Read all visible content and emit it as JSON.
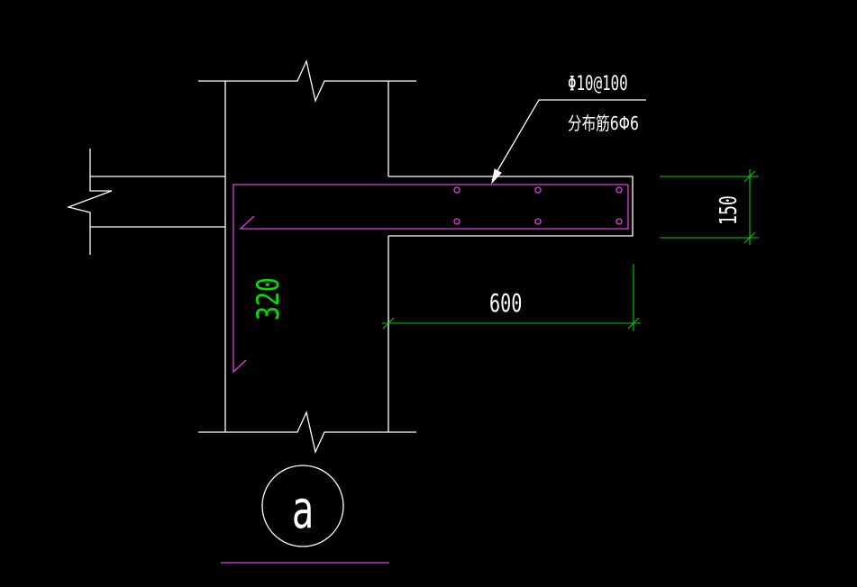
{
  "drawing": {
    "rebar_callout": "Φ10@100",
    "distribution_callout": "分布筋6Φ6",
    "dim_thickness": "150",
    "dim_length": "600",
    "dim_anchorage": "320",
    "axis_label": "a"
  },
  "colors": {
    "background": "#000000",
    "outline": "#ffffff",
    "rebar": "#e040e0",
    "dimension": "#00d000"
  }
}
